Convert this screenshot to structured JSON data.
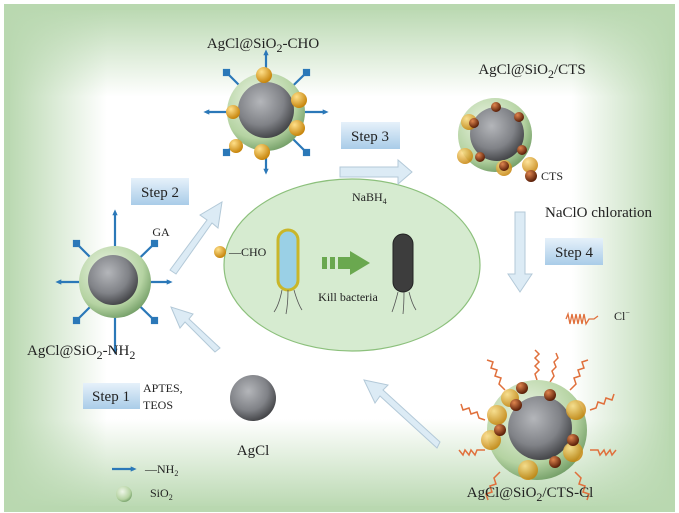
{
  "colors": {
    "frame": "#b9d8b0",
    "shell": "#b7d6a8",
    "core": "#7a7c80",
    "arm": "#2b78b8",
    "cho": "#e8a81e",
    "cts": "#8a3a16",
    "cl": "#e0703c",
    "arrow": "#dcebf5",
    "step_box": "#c3dcef",
    "ellipse": "#d6ebd0"
  },
  "labels": {
    "cho_particle": {
      "pre": "AgCl@SiO",
      "sub": "2",
      "post": "-CHO"
    },
    "cts_particle": {
      "pre": "AgCl@SiO",
      "sub": "2",
      "post": "/CTS"
    },
    "nh2_particle": {
      "pre": "AgCl@SiO",
      "sub": "2",
      "post": "-NH",
      "sub2": "2"
    },
    "ctscl_particle": {
      "pre": "AgCl@SiO",
      "sub": "2",
      "post": "/CTS-Cl"
    },
    "agcl": "AgCl"
  },
  "steps": {
    "step1": {
      "label": "Step 1",
      "reagent1": "APTES,",
      "reagent2": "TEOS"
    },
    "step2": {
      "label": "Step 2",
      "reagent": "GA"
    },
    "step3": {
      "label": "Step 3",
      "reagent": {
        "pre": "NaBH",
        "sub": "4"
      }
    },
    "step4": {
      "label": "Step 4",
      "reagent": "NaClO chloration"
    }
  },
  "center": {
    "label": "Kill bacteria"
  },
  "legend": {
    "cho": "—CHO",
    "cts": "CTS",
    "cl": {
      "pre": "Cl",
      "sup": "−"
    },
    "nh2": {
      "pre": "—NH",
      "sub": "2"
    },
    "sio2": {
      "pre": "SiO",
      "sub": "2"
    }
  }
}
